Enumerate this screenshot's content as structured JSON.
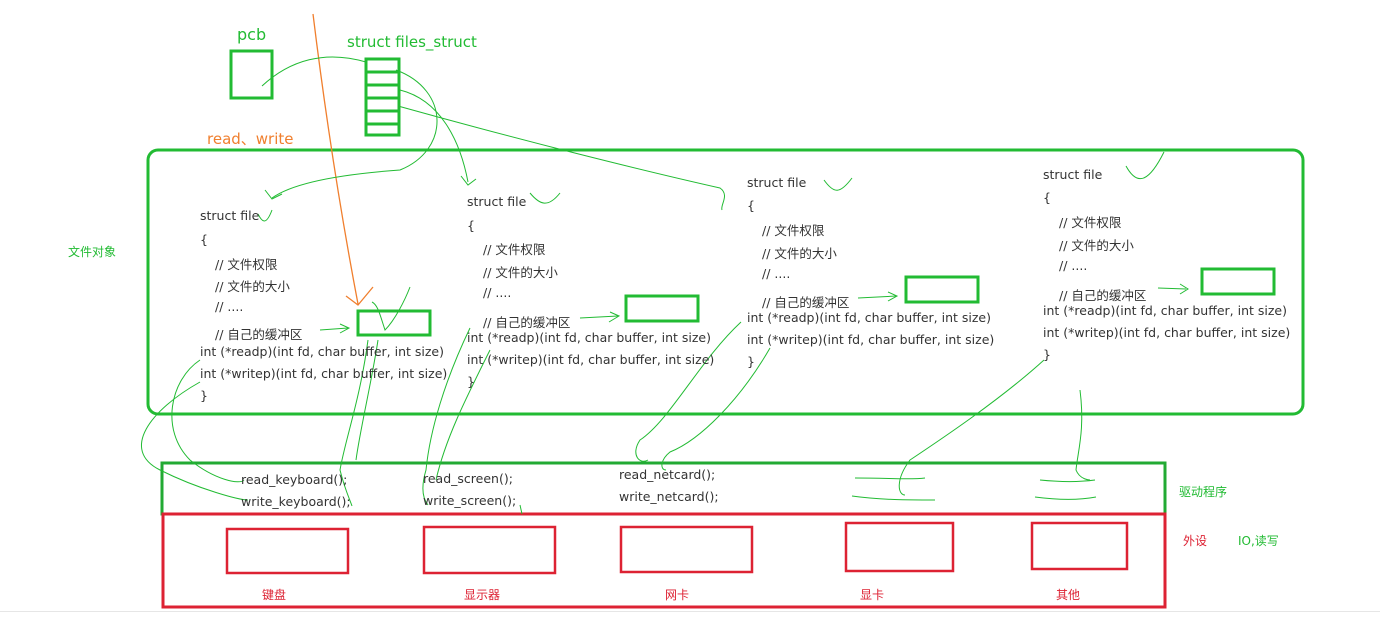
{
  "labels": {
    "pcb": "pcb",
    "files_struct": "struct files_struct",
    "read_write": "read、write",
    "file_object": "文件对象",
    "driver": "驱动程序",
    "peripheral": "外设",
    "io": "IO,读写"
  },
  "file_structs": [
    {
      "title": "struct file",
      "open": "{",
      "comment_perm": "// 文件权限",
      "comment_size": "// 文件的大小",
      "comment_more": "// ....",
      "comment_buf": "// 自己的缓冲区",
      "readp": "int (*readp)(int fd, char buffer, int size)",
      "writep": "int (*writep)(int fd, char buffer, int size)",
      "close": "}"
    },
    {
      "title": "struct file",
      "open": "{",
      "comment_perm": "// 文件权限",
      "comment_size": "// 文件的大小",
      "comment_more": "// ....",
      "comment_buf": "// 自己的缓冲区",
      "readp": "int (*readp)(int fd, char buffer, int size)",
      "writep": "int (*writep)(int fd, char buffer, int size)",
      "close": "}"
    },
    {
      "title": "struct file",
      "open": "{",
      "comment_perm": "// 文件权限",
      "comment_size": "// 文件的大小",
      "comment_more": "// ....",
      "comment_buf": "// 自己的缓冲区",
      "readp": "int (*readp)(int fd, char buffer, int size)",
      "writep": "int (*writep)(int fd, char buffer, int size)",
      "close": "}"
    },
    {
      "title": "struct file",
      "open": "{",
      "comment_perm": "// 文件权限",
      "comment_size": "// 文件的大小",
      "comment_more": "// ....",
      "comment_buf": "// 自己的缓冲区",
      "readp": "int (*readp)(int fd, char buffer, int size)",
      "writep": "int (*writep)(int fd, char buffer, int size)",
      "close": "}"
    }
  ],
  "drivers": [
    {
      "read": "read_keyboard();",
      "write": "write_keyboard();"
    },
    {
      "read": "read_screen();",
      "write": "write_screen();"
    },
    {
      "read": "read_netcard();",
      "write": "write_netcard();"
    }
  ],
  "devices": [
    "键盘",
    "显示器",
    "网卡",
    "显卡",
    "其他"
  ],
  "colors": {
    "green": "#22bb33",
    "red": "#dd2233",
    "orange": "#f07f2e",
    "text": "#333333"
  }
}
